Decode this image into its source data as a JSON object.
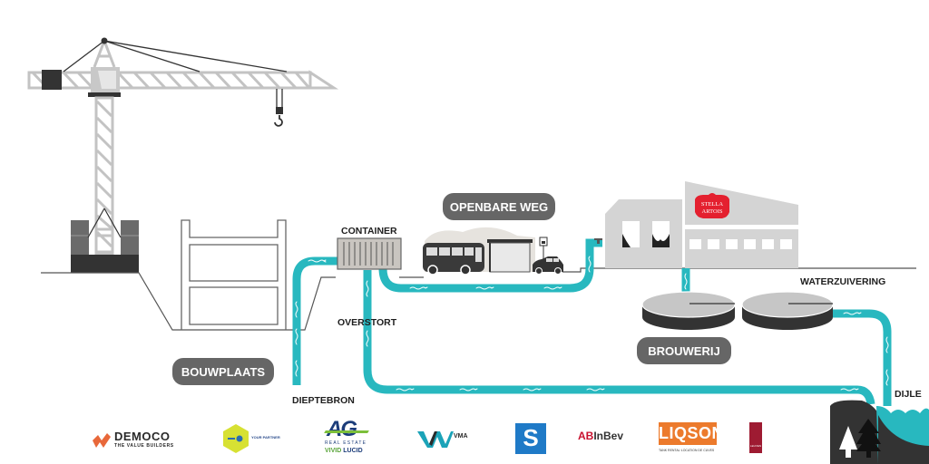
{
  "diagram": {
    "colors": {
      "water": "#28b8bf",
      "crane": "#c3c3c3",
      "dark": "#333333",
      "building": "#d4d4d4",
      "pill": "#666666",
      "stella_red": "#e4202f"
    },
    "area_labels": {
      "bouwplaats": "BOUWPLAATS",
      "openbare_weg": "OPENBARE WEG",
      "brouwerij": "BROUWERIJ"
    },
    "node_labels": {
      "container": "CONTAINER",
      "overstort": "OVERSTORT",
      "dieptebron": "DIEPTEBRON",
      "waterzuivering": "WATERZUIVERING",
      "dijle": "DIJLE"
    },
    "stella_artois": {
      "line1": "STELLA",
      "line2": "ARTOIS"
    }
  },
  "logos": [
    {
      "name": "DEMOCO",
      "tagline": "THE VALUE BUILDERS",
      "color": "#e8683a"
    },
    {
      "name": "YOUR PARTNER",
      "tagline": "",
      "color": "#d7e133"
    },
    {
      "name": "AG",
      "line2": "REAL ESTATE",
      "line3a": "VIVID",
      "line3b": "LUCID",
      "color": "#1c3d7a",
      "accent": "#7cbf3a"
    },
    {
      "name": "VMA",
      "color": "#1ba3b8"
    },
    {
      "name": "S",
      "color": "#1f7ac7"
    },
    {
      "name_a": "AB",
      "name_b": "InBev",
      "color": "#c8102e"
    },
    {
      "name": "LIQSON",
      "tagline": "TANK RENTAL·LOCATION DE CUVES",
      "color": "#ec7a2c"
    },
    {
      "name": "LEUVEN",
      "color": "#9e1b32"
    }
  ]
}
